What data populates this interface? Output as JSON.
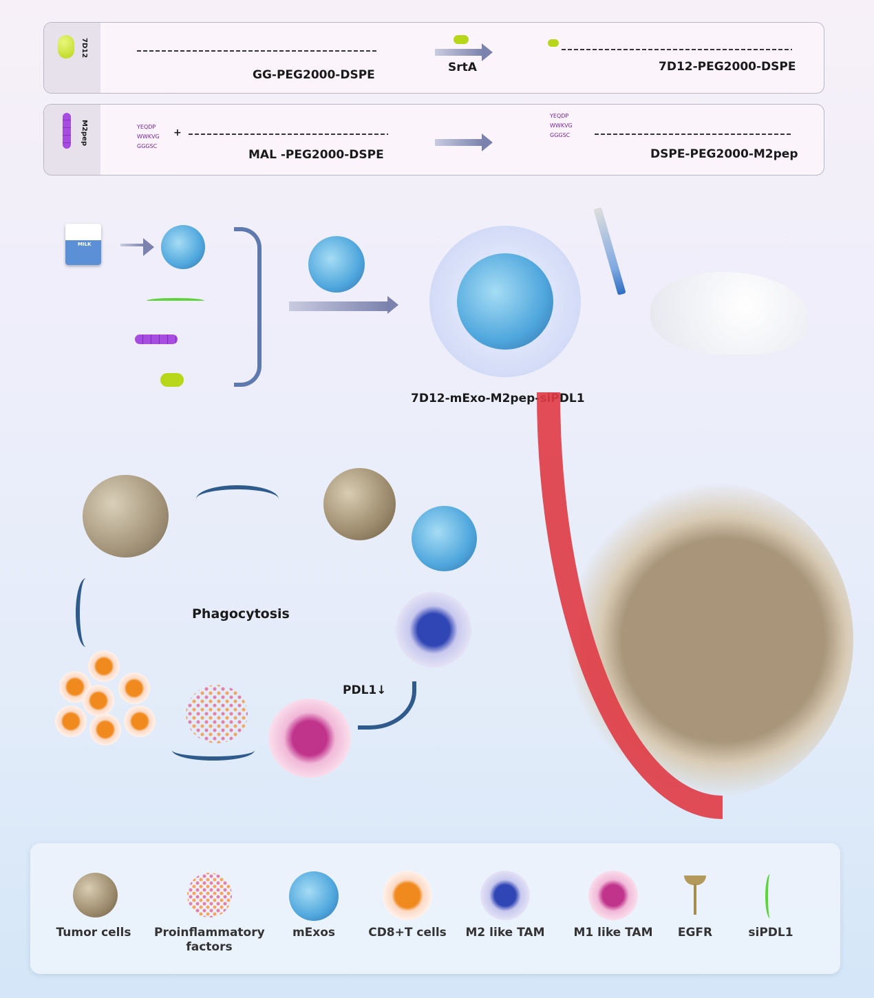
{
  "synthesis": {
    "row1": {
      "side_label": "7D12",
      "reactant": "GG-PEG2000-DSPE",
      "enzyme": "SrtA",
      "product": "7D12-PEG2000-DSPE"
    },
    "row2": {
      "side_label": "M2pep",
      "reactant": "MAL -PEG2000-DSPE",
      "plus": "+",
      "product": "DSPE-PEG2000-M2pep",
      "peptide_top": "YEQDP",
      "peptide_mid": "WWKVG",
      "peptide_bot": "GGGSC"
    }
  },
  "assembly": {
    "milk_label": "MILK",
    "product": "7D12-mExo-M2pep-siPDL1"
  },
  "mechanism": {
    "phagocytosis": "Phagocytosis",
    "pdl1": "PDL1↓"
  },
  "legend": [
    {
      "label": "Tumor cells",
      "icon": "tumor-cell"
    },
    {
      "label": "Proinflammatory factors",
      "icon": "proinflammatory-factors"
    },
    {
      "label": "mExos",
      "icon": "exosome"
    },
    {
      "label": "CD8+T cells",
      "icon": "cd8-t-cell"
    },
    {
      "label": "M2 like TAM",
      "icon": "m2-tam"
    },
    {
      "label": "M1 like TAM",
      "icon": "m1-tam"
    },
    {
      "label": "EGFR",
      "icon": "egfr"
    },
    {
      "label": "siPDL1",
      "icon": "sipdl1"
    }
  ]
}
